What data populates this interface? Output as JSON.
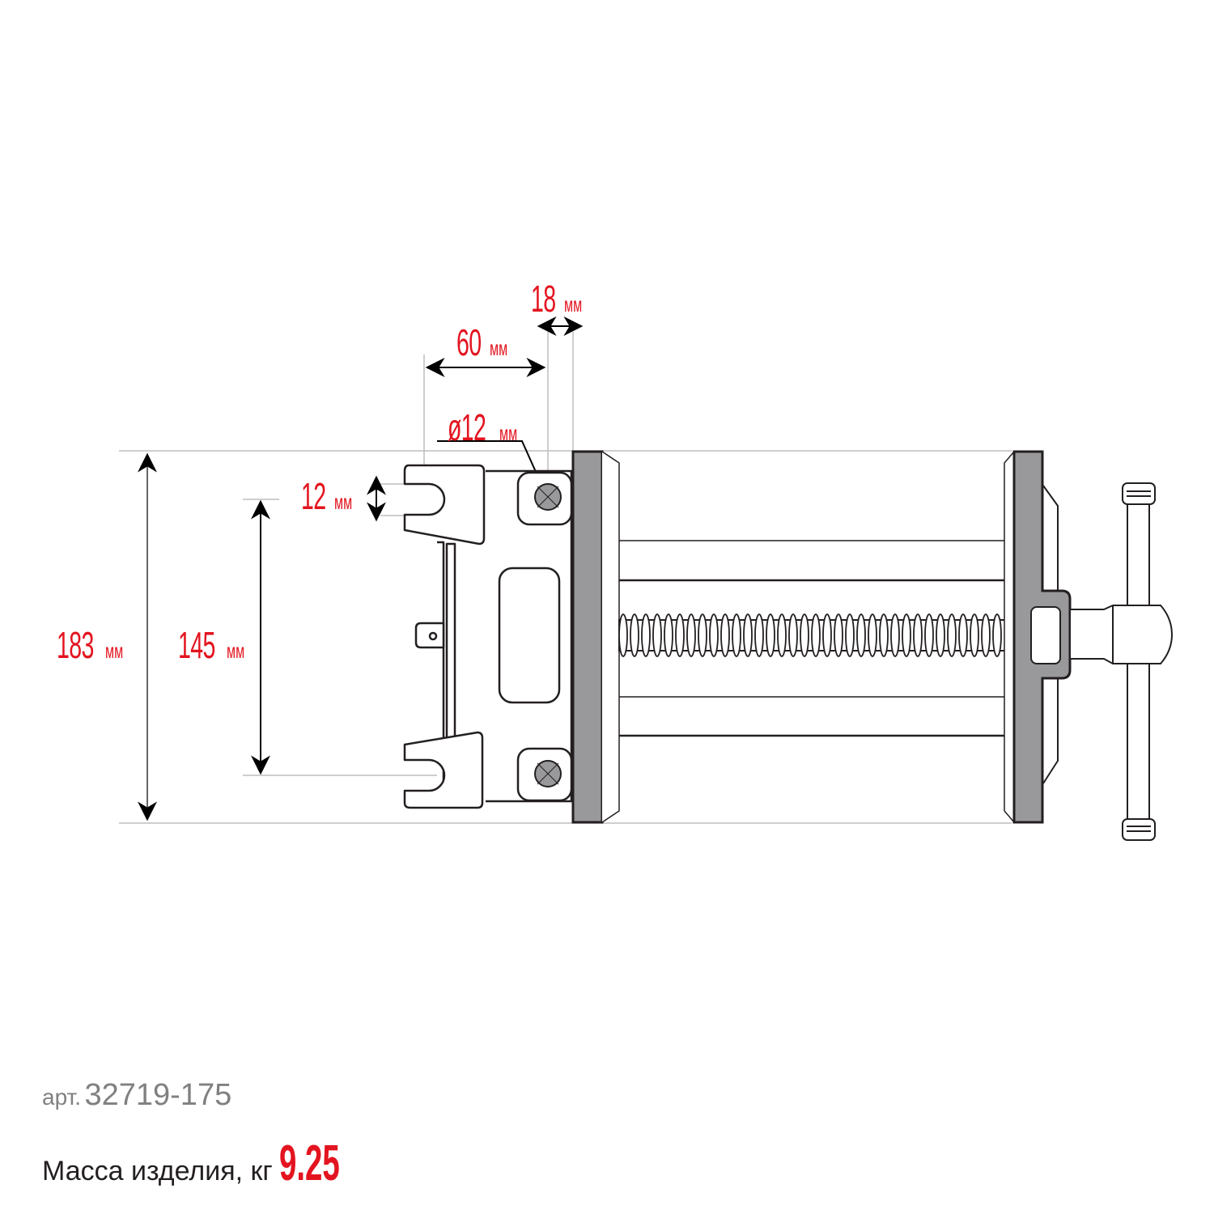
{
  "drawing": {
    "subject": "bench vise dimension drawing",
    "colors": {
      "accent": "#e3141f",
      "line": "#231f20",
      "guide": "#bdbdbd",
      "fill_gray": "#99989b",
      "text_gray": "#808080"
    }
  },
  "dimensions": {
    "overall_height": {
      "value": "183",
      "unit": "мм"
    },
    "mount_spacing": {
      "value": "145",
      "unit": "мм"
    },
    "slot_width": {
      "value": "12",
      "unit": "мм"
    },
    "hole_diameter": {
      "value": "ø12",
      "unit": "мм"
    },
    "mount_depth": {
      "value": "60",
      "unit": "мм"
    },
    "jaw_thickness": {
      "value": "18",
      "unit": "мм"
    }
  },
  "footer": {
    "article_prefix": "арт.",
    "article_code": "32719-175",
    "mass_label": "Масса изделия, кг",
    "mass_value": "9.25"
  }
}
